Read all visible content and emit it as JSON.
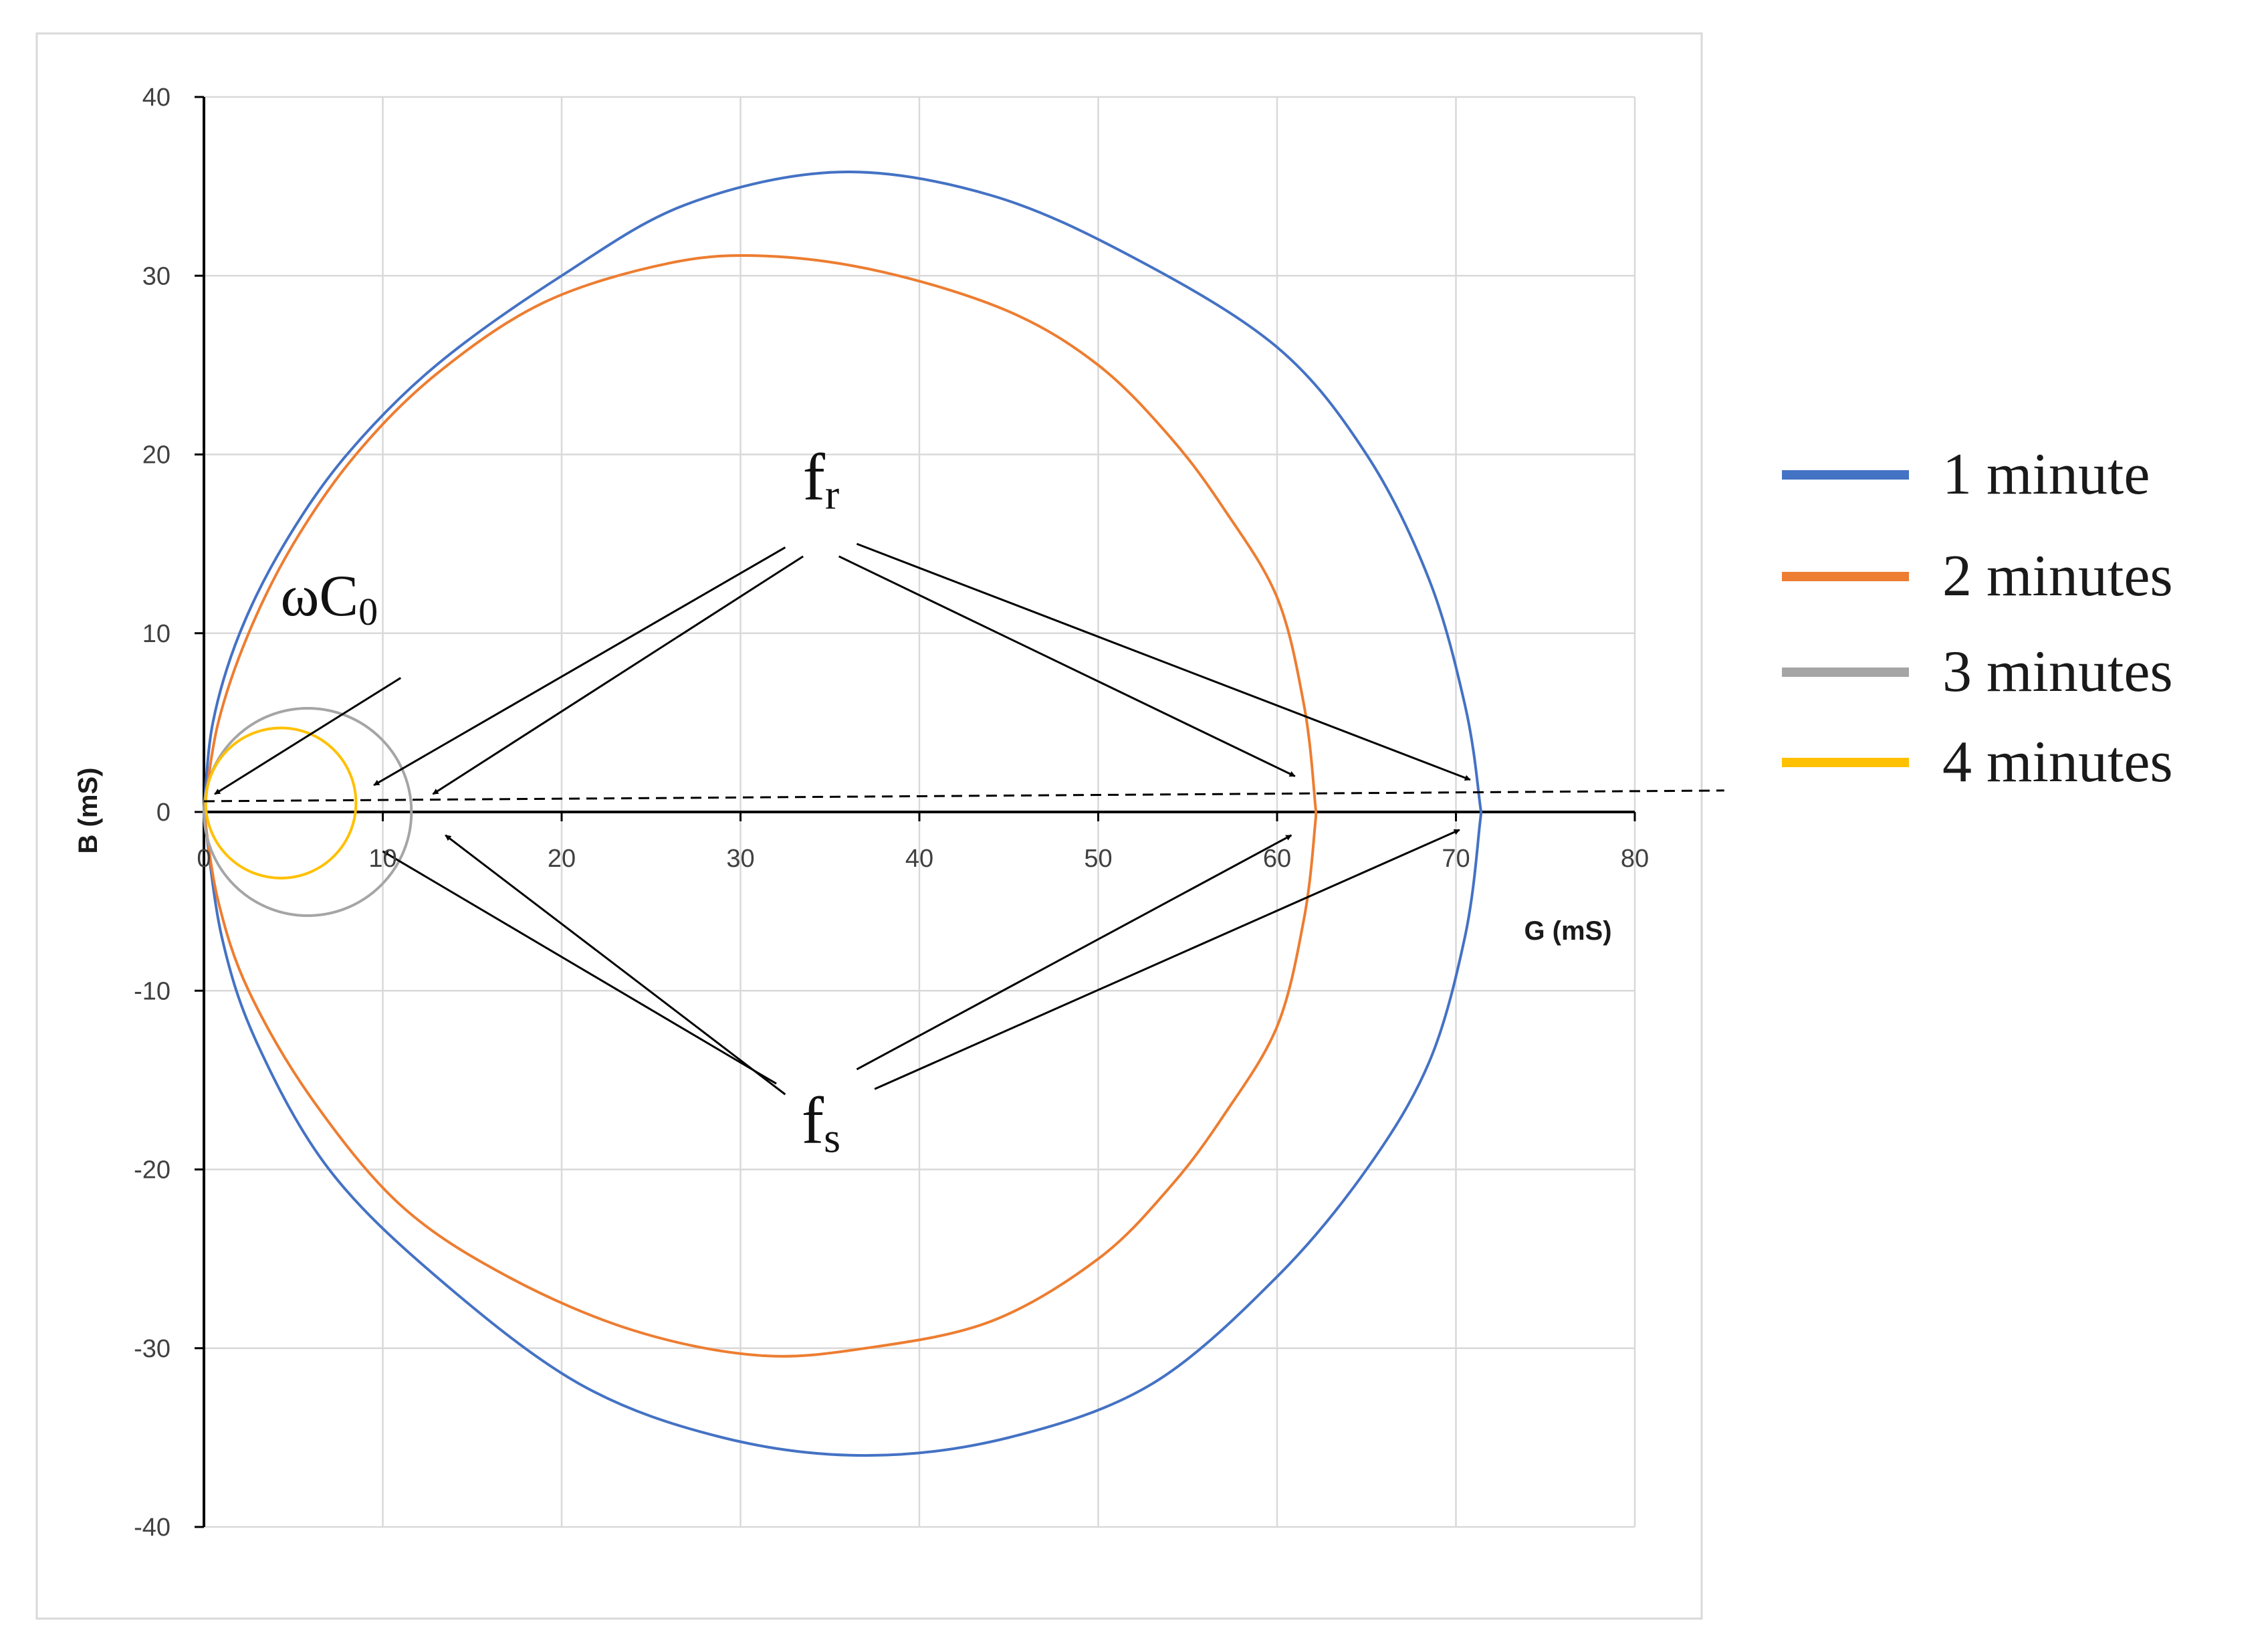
{
  "chart_data": {
    "type": "line",
    "title": "",
    "xlabel": "G (mS)",
    "ylabel": "B (mS)",
    "xlim": [
      0,
      80
    ],
    "ylim": [
      -40,
      40
    ],
    "x_ticks": [
      0,
      10,
      20,
      30,
      40,
      50,
      60,
      70,
      80
    ],
    "y_ticks": [
      -40,
      -30,
      -20,
      -10,
      0,
      10,
      20,
      30,
      40
    ],
    "grid": true,
    "legend_position": "right",
    "series": [
      {
        "name": "1 minute",
        "color": "#4472C4",
        "points": [
          [
            0,
            0
          ],
          [
            0.5,
            5
          ],
          [
            2,
            10
          ],
          [
            4.5,
            15
          ],
          [
            8,
            20
          ],
          [
            13,
            25
          ],
          [
            20,
            30
          ],
          [
            27,
            34
          ],
          [
            35.5,
            35.8
          ],
          [
            44,
            34.5
          ],
          [
            52,
            31
          ],
          [
            60,
            26
          ],
          [
            65,
            20
          ],
          [
            68.5,
            13
          ],
          [
            70.5,
            6
          ],
          [
            71.3,
            0.8
          ],
          [
            71.3,
            -1
          ],
          [
            70.5,
            -7
          ],
          [
            68.5,
            -14
          ],
          [
            65,
            -20
          ],
          [
            60,
            -26
          ],
          [
            53,
            -32
          ],
          [
            45,
            -35
          ],
          [
            37,
            -36
          ],
          [
            29,
            -35
          ],
          [
            21,
            -32
          ],
          [
            13,
            -26
          ],
          [
            7,
            -20
          ],
          [
            3,
            -13
          ],
          [
            1,
            -7
          ],
          [
            0,
            0
          ]
        ]
      },
      {
        "name": "2 minutes",
        "color": "#ED7D31",
        "points": [
          [
            0,
            0
          ],
          [
            0.8,
            5
          ],
          [
            2.5,
            10
          ],
          [
            5,
            15
          ],
          [
            8.5,
            20
          ],
          [
            13,
            24.5
          ],
          [
            19,
            28.5
          ],
          [
            26,
            30.7
          ],
          [
            31.5,
            31.1
          ],
          [
            38,
            30.2
          ],
          [
            45,
            28
          ],
          [
            50,
            25
          ],
          [
            54,
            21
          ],
          [
            57,
            17
          ],
          [
            60,
            12
          ],
          [
            61.5,
            6
          ],
          [
            62.1,
            0.8
          ],
          [
            62.1,
            -1
          ],
          [
            61.5,
            -6
          ],
          [
            60,
            -12
          ],
          [
            57,
            -17
          ],
          [
            54,
            -21
          ],
          [
            50,
            -25
          ],
          [
            44,
            -28.5
          ],
          [
            37,
            -30
          ],
          [
            31,
            -30.4
          ],
          [
            24,
            -29
          ],
          [
            17,
            -26
          ],
          [
            11,
            -22
          ],
          [
            6,
            -16
          ],
          [
            2.5,
            -10
          ],
          [
            0.8,
            -5
          ],
          [
            0,
            0
          ]
        ]
      },
      {
        "name": "3 minutes",
        "color": "#A5A5A5",
        "circle": {
          "center": [
            5.8,
            0
          ],
          "radius": 5.8
        }
      },
      {
        "name": "4 minutes",
        "color": "#FFC000",
        "circle": {
          "center": [
            4.3,
            0.5
          ],
          "radius": 4.2
        }
      }
    ],
    "reference_lines": [
      {
        "from": [
          0,
          0.6
        ],
        "to": [
          85,
          1.2
        ],
        "style": "dashed"
      }
    ],
    "annotations": [
      {
        "id": "fr",
        "main": "f",
        "sub": "r",
        "label_at": [
          34.5,
          17.5
        ],
        "arrows": [
          {
            "from": [
              32.5,
              14.8
            ],
            "to": [
              9.5,
              1.5
            ]
          },
          {
            "from": [
              33.5,
              14.3
            ],
            "to": [
              12.8,
              1.0
            ]
          },
          {
            "from": [
              35.5,
              14.3
            ],
            "to": [
              61,
              2.0
            ]
          },
          {
            "from": [
              36.5,
              15.0
            ],
            "to": [
              70.8,
              1.8
            ]
          }
        ]
      },
      {
        "id": "fs",
        "main": "f",
        "sub": "s",
        "label_at": [
          34.5,
          -18.5
        ],
        "arrows": [
          {
            "from": [
              32,
              -15.2
            ],
            "to": [
              10,
              -2.2
            ]
          },
          {
            "from": [
              32.5,
              -15.8
            ],
            "to": [
              13.5,
              -1.3
            ]
          },
          {
            "from": [
              36.5,
              -14.4
            ],
            "to": [
              60.8,
              -1.3
            ]
          },
          {
            "from": [
              37.5,
              -15.5
            ],
            "to": [
              70.2,
              -1.0
            ]
          }
        ]
      },
      {
        "id": "wc0",
        "main": "ωC",
        "sub": "0",
        "label_at": [
          7,
          11
        ],
        "arrows": [
          {
            "from": [
              11,
              7.5
            ],
            "to": [
              0.6,
              1.0
            ]
          }
        ]
      }
    ]
  }
}
